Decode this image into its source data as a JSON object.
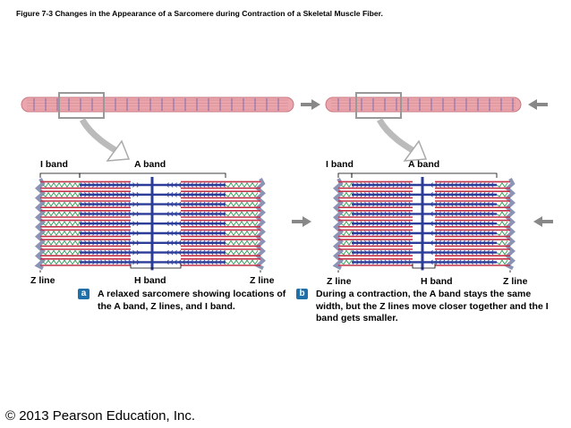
{
  "figure_title": "Figure 7-3  Changes in the Appearance of a Sarcomere during Contraction of a Skeletal Muscle Fiber.",
  "panel_a": {
    "badge": "a",
    "labels": {
      "i_band": "I band",
      "a_band": "A band",
      "z_line_left": "Z line",
      "h_band": "H band",
      "z_line_right": "Z line"
    },
    "caption": "A relaxed sarcomere showing locations of the A band, Z lines, and I band."
  },
  "panel_b": {
    "badge": "b",
    "labels": {
      "i_band": "I band",
      "a_band": "A band",
      "z_line_left": "Z line",
      "h_band": "H band",
      "z_line_right": "Z line"
    },
    "caption": "During a contraction, the A band stays the same width, but the Z lines move closer together and the I band gets smaller."
  },
  "copyright": "© 2013 Pearson Education, Inc.",
  "colors": {
    "myosin": "#2b3c99",
    "actin": "#c2334a",
    "titin": "#2e9a57",
    "z_line": "#8c93b5",
    "fiber": "#eba6ad",
    "arrow": "#888888",
    "badge": "#1f6fa8"
  }
}
